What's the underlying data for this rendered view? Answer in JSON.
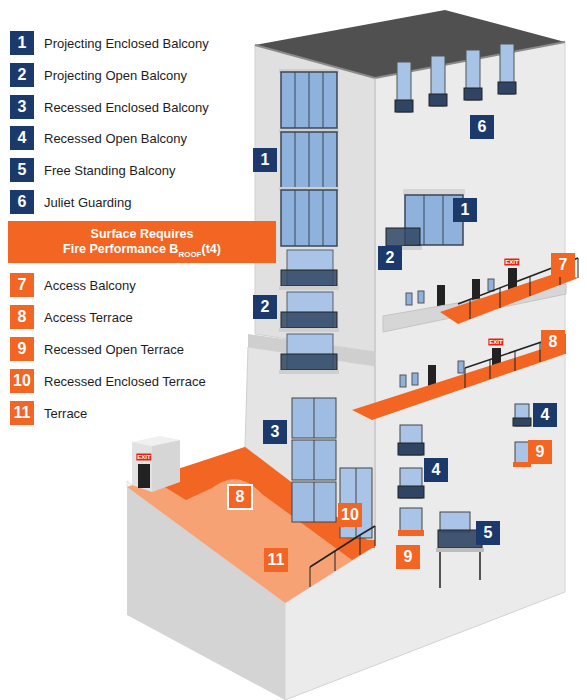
{
  "diagram": {
    "nodes": [
      {
        "text": [
          "Surface Requires",
          "Fire Performance B",
          "ROOF",
          "(t4)"
        ]
      },
      {
        "text": [
          "6"
        ]
      },
      {
        "text": [
          "1"
        ]
      },
      {
        "text": [
          "1"
        ]
      },
      {
        "text": [
          "2"
        ]
      },
      {
        "text": [
          "7"
        ]
      },
      {
        "text": [
          "2"
        ]
      },
      {
        "text": [
          "8"
        ]
      },
      {
        "text": [
          "4"
        ]
      },
      {
        "text": [
          "3"
        ]
      },
      {
        "text": [
          "9"
        ]
      },
      {
        "text": [
          "4"
        ]
      },
      {
        "text": [
          "8"
        ]
      },
      {
        "text": [
          "10"
        ]
      },
      {
        "text": [
          "5"
        ]
      },
      {
        "text": [
          "9"
        ]
      },
      {
        "text": [
          "11"
        ]
      }
    ],
    "labels": [
      "1",
      "2",
      "3",
      "4",
      "5",
      "6",
      "7",
      "8",
      "9",
      "10",
      "11",
      "EXIT",
      "EXIT",
      "EXIT"
    ],
    "legend": [
      {
        "text": "Projecting Enclosed Balcony",
        "color": "#1b3a6b"
      },
      {
        "text": "Projecting Open Balcony",
        "color": "#1b3a6b"
      },
      {
        "text": "Recessed Enclosed Balcony",
        "color": "#1b3a6b"
      },
      {
        "text": "Recessed Open Balcony",
        "color": "#1b3a6b"
      },
      {
        "text": "Free Standing Balcony",
        "color": "#1b3a6b"
      },
      {
        "text": "Juliet Guarding",
        "color": "#1b3a6b"
      },
      {
        "text": "Access Balcony",
        "color": "#f26522"
      },
      {
        "text": "Access Terrace",
        "color": "#f26522"
      },
      {
        "text": "Recessed Open Terrace",
        "color": "#f26522"
      },
      {
        "text": "Recessed Enclosed Terrace",
        "color": "#f26522"
      },
      {
        "text": "Terrace",
        "color": "#f26522"
      }
    ]
  }
}
